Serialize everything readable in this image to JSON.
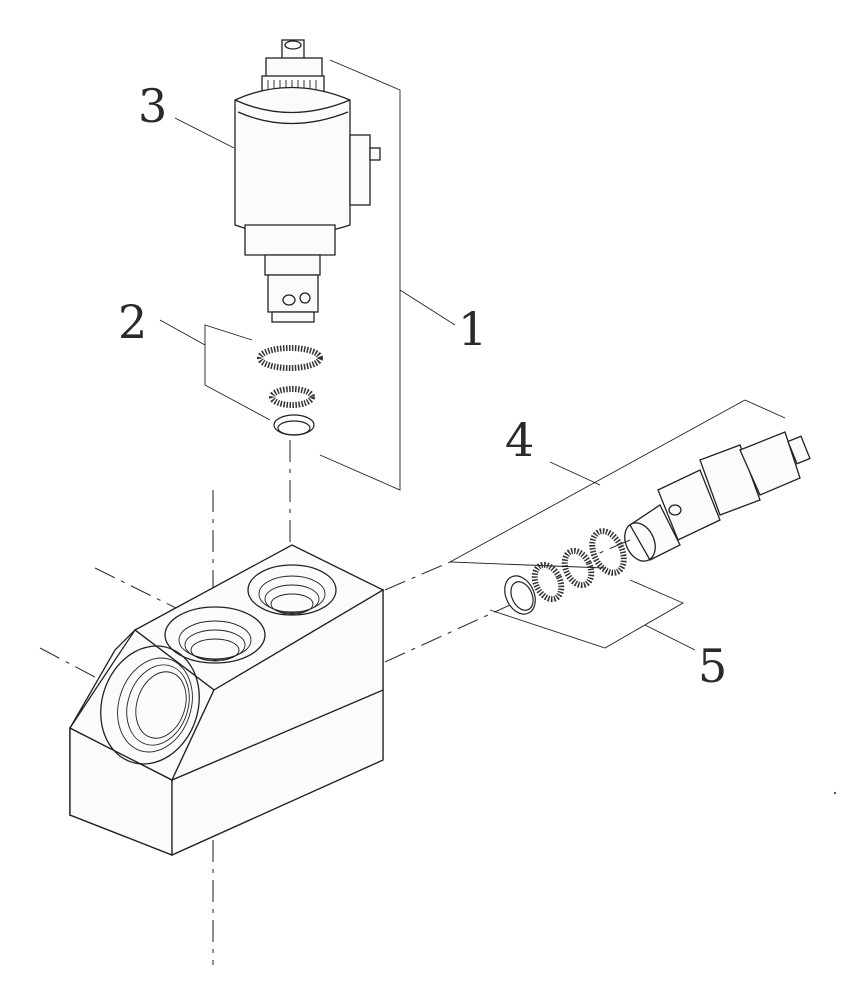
{
  "diagram": {
    "callouts": [
      {
        "id": "1",
        "label": "1"
      },
      {
        "id": "2",
        "label": "2"
      },
      {
        "id": "3",
        "label": "3"
      },
      {
        "id": "4",
        "label": "4"
      },
      {
        "id": "5",
        "label": "5"
      }
    ]
  },
  "colors": {
    "line": "#222222",
    "background": "#ffffff"
  }
}
